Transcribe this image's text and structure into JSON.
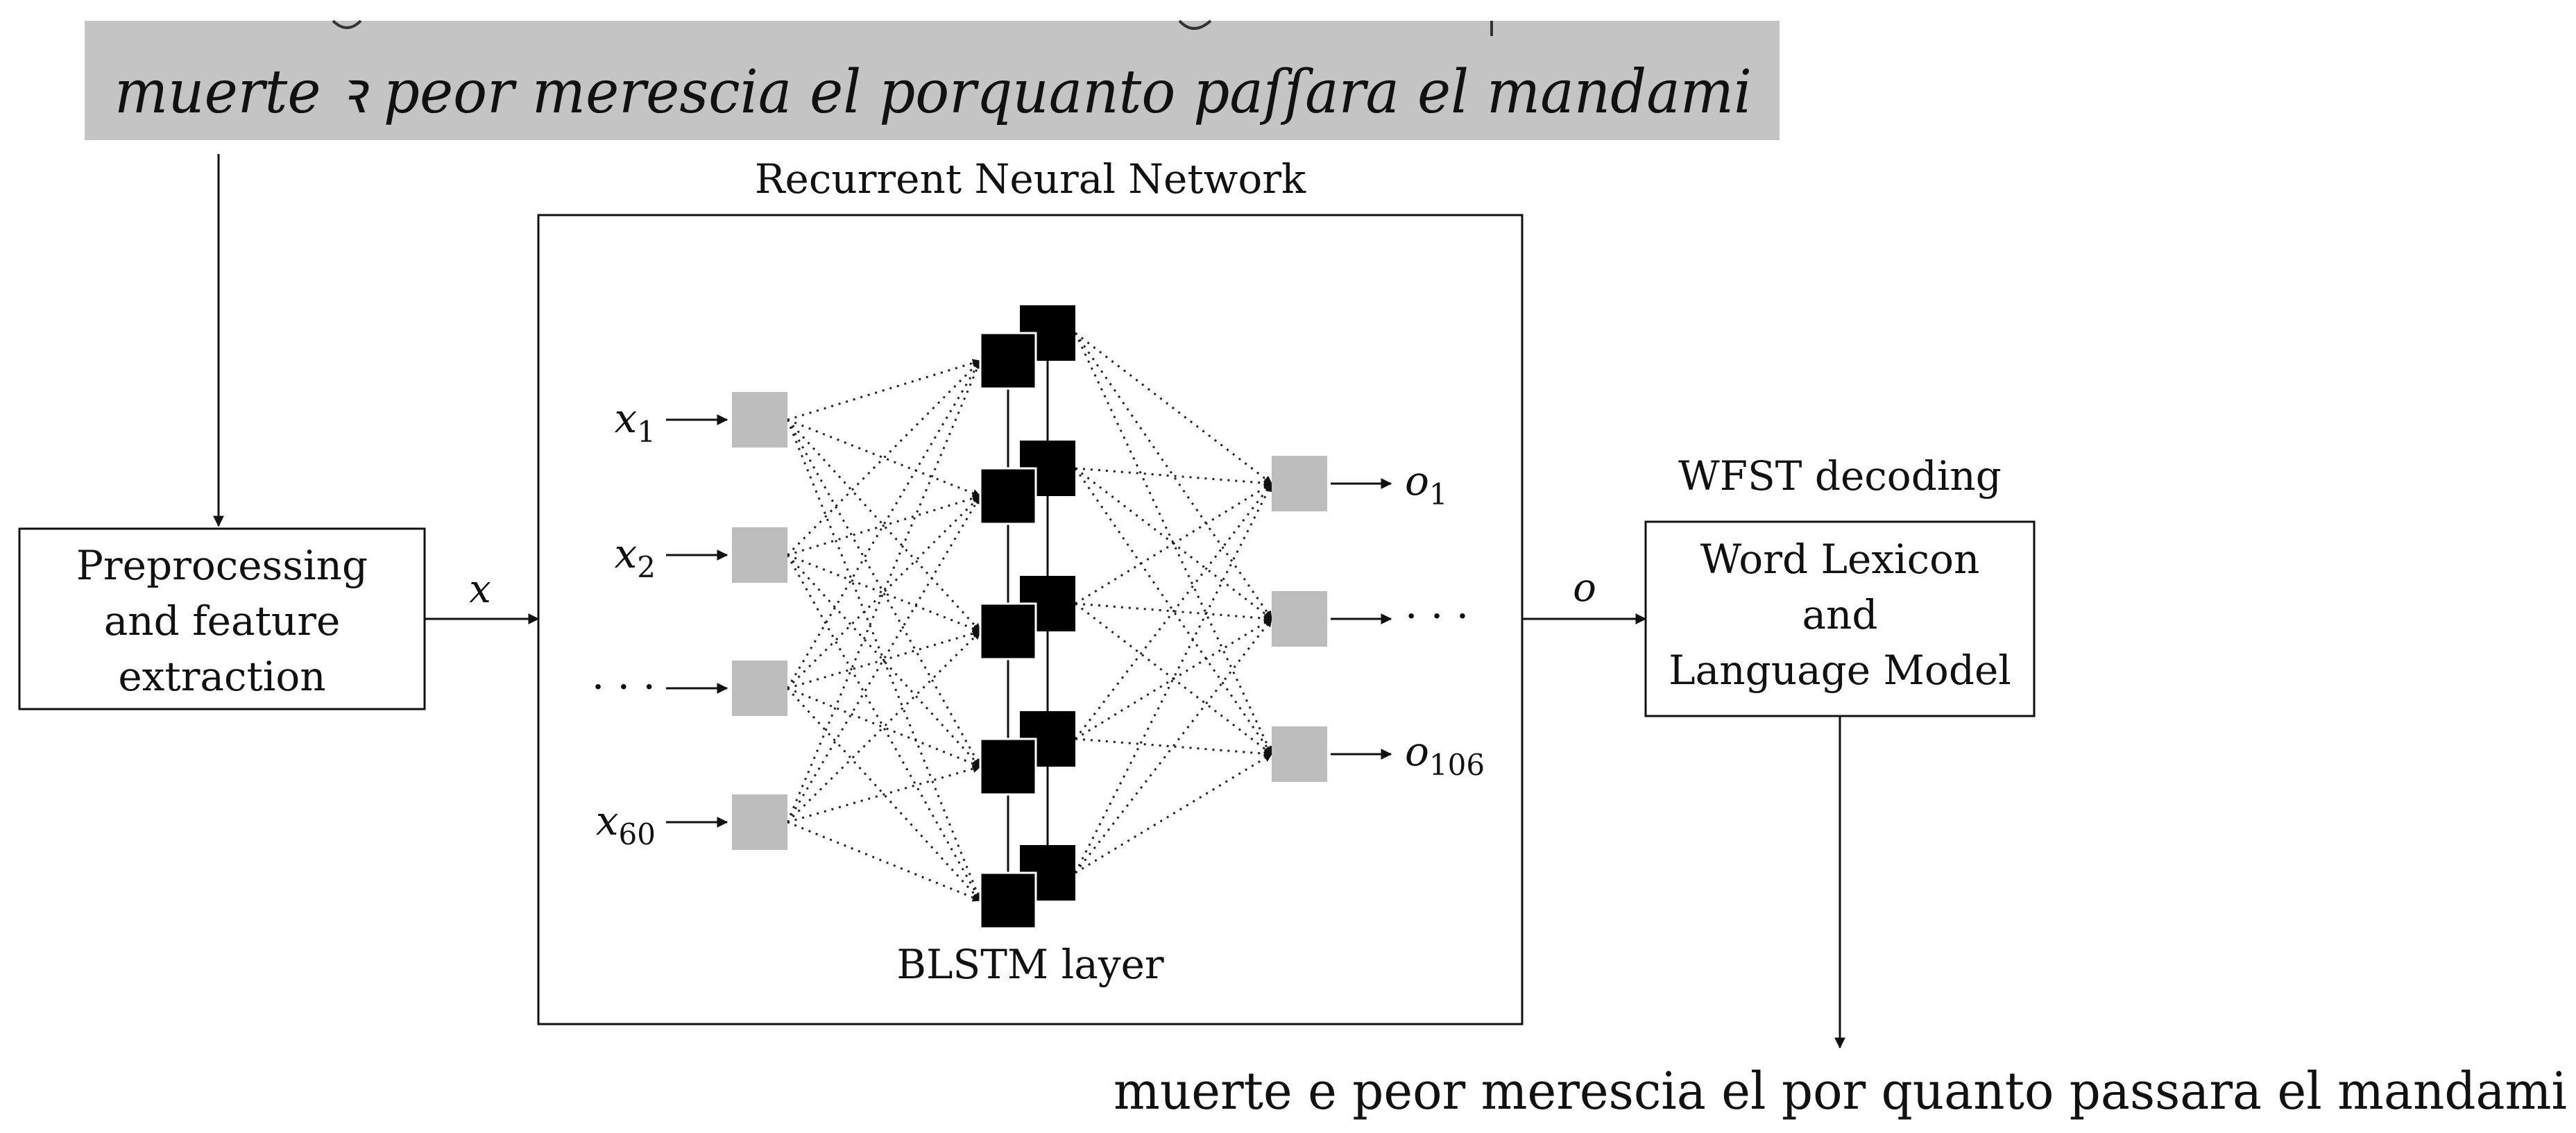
{
  "manuscript_line": "muerte ꝛ peor merescia el porquanto paſſara el mandami",
  "preprocessing": {
    "line1": "Preprocessing",
    "line2": "and feature",
    "line3": "extraction"
  },
  "x_label": "x",
  "rnn": {
    "title": "Recurrent Neural Network",
    "blstm_label": "BLSTM layer",
    "inputs": [
      {
        "base": "x",
        "sub": "1"
      },
      {
        "base": "x",
        "sub": "2"
      },
      {
        "base": "· · ·",
        "sub": ""
      },
      {
        "base": "x",
        "sub": "60"
      }
    ],
    "outputs": [
      {
        "base": "o",
        "sub": "1"
      },
      {
        "base": "· · ·",
        "sub": ""
      },
      {
        "base": "o",
        "sub": "106"
      }
    ]
  },
  "o_label": "o",
  "wfst": {
    "title": "WFST decoding",
    "line1": "Word Lexicon",
    "line2": "and",
    "line3": "Language Model"
  },
  "transcript": "muerte e peor merescia el por quanto passara el mandami",
  "colors": {
    "unit_gray": "#bdbdbd",
    "blstm_black": "#000000",
    "manuscript_bg": "#c4c4c4"
  }
}
